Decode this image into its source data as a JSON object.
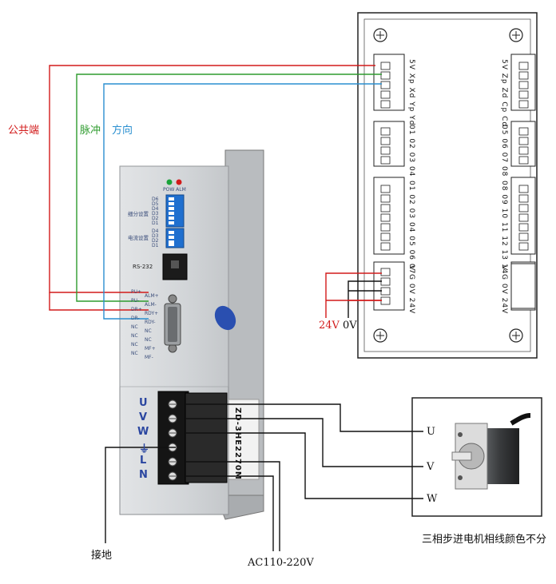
{
  "labels": {
    "common": "公共端",
    "pulse": "脉冲",
    "direction": "方向",
    "v24": "24V",
    "v0": "0V",
    "ground": "接地",
    "ac": "AC110-220V",
    "motor_note": "三相步进电机相线颜色不分"
  },
  "motor_terminals": [
    "U",
    "V",
    "W"
  ],
  "driver": {
    "led_labels": "POW ALM",
    "subdivision_label": "细分设置",
    "current_label": "电流设置",
    "dip_sub": [
      "D6",
      "D5",
      "D4",
      "D3",
      "D2",
      "D1"
    ],
    "dip_cur": [
      "D4",
      "D3",
      "D2",
      "D1"
    ],
    "rs232": "RS-232",
    "signals_left": [
      "PU+",
      "PU-",
      "DR+",
      "DR-",
      "NC",
      "NC",
      "NC",
      "NC"
    ],
    "signals_right": [
      "ALM+",
      "ALM-",
      "RDY+",
      "RDY-",
      "NC",
      "NC",
      "MF+",
      "MF-"
    ],
    "terminal_letters": [
      "U",
      "V",
      "W",
      "⏚",
      "L",
      "N"
    ],
    "model": "ZD-3HE2270M"
  },
  "board": {
    "col1": [
      "5V Xp Xd Yp Yd",
      "01 02 03 04",
      "01 02 03 04 05 06 07",
      "V G 0V 24V"
    ],
    "col2": [
      "5V Zp Zd Cp Cd",
      "05 06 07 08",
      "08 09 10 11 12 13 14",
      "V G 0V 24V"
    ]
  },
  "colors": {
    "red": "#d21a1a",
    "green": "#2e9b2e",
    "blue": "#2a8fd0",
    "black": "#111111",
    "panel": "#d4d7da"
  }
}
